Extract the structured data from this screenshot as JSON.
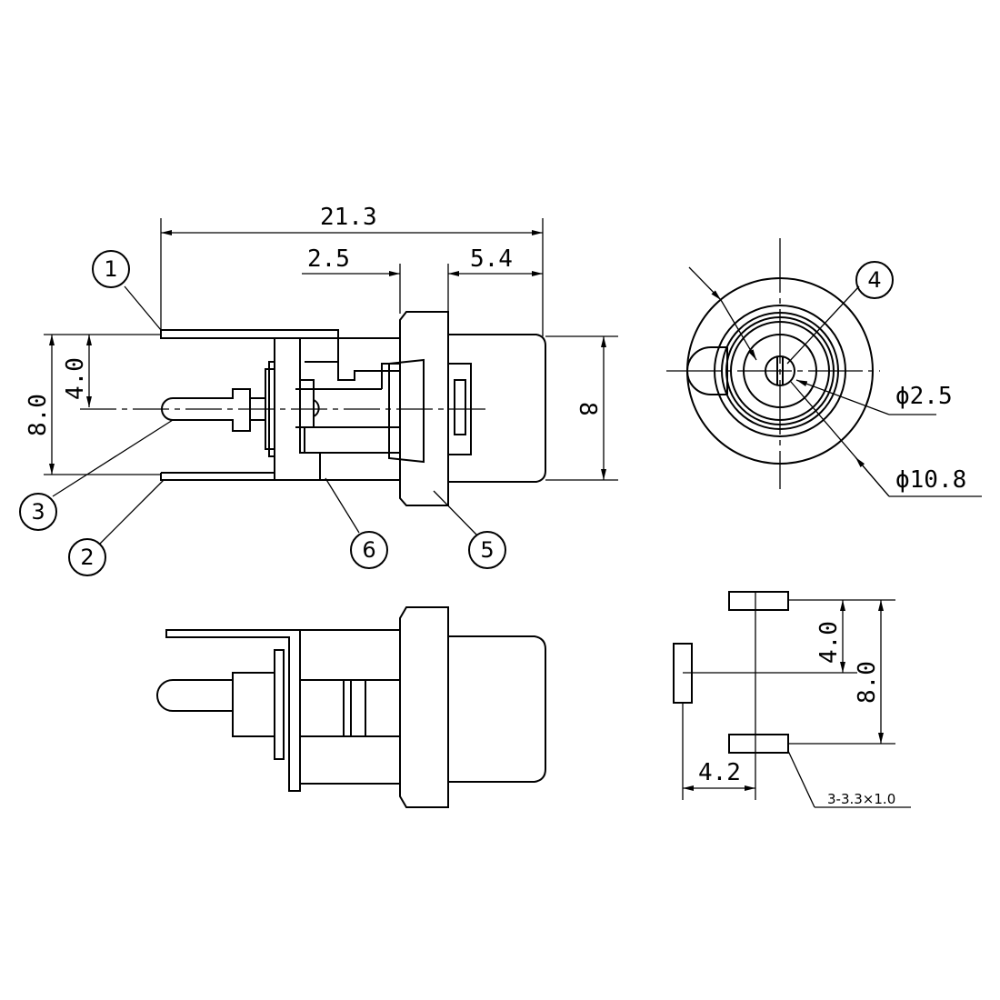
{
  "side_view": {
    "dimensions": {
      "overall_length": "21.3",
      "flange_to_body": "2.5",
      "front_length": "5.4",
      "pin_span": "8.0",
      "pin_offset": "4.0",
      "barrel_height": "8"
    },
    "balloons": [
      "1",
      "2",
      "3",
      "5",
      "6"
    ]
  },
  "front_view": {
    "balloons": [
      "4"
    ],
    "dimensions": {
      "pin_diameter": "ϕ2.5",
      "outer_diameter": "ϕ10.8"
    }
  },
  "footprint_view": {
    "dimensions": {
      "pad_offset": "4.0",
      "pad_span": "8.0",
      "pad_distance": "4.2",
      "pad_spec": "3-3.3×1.0"
    }
  }
}
